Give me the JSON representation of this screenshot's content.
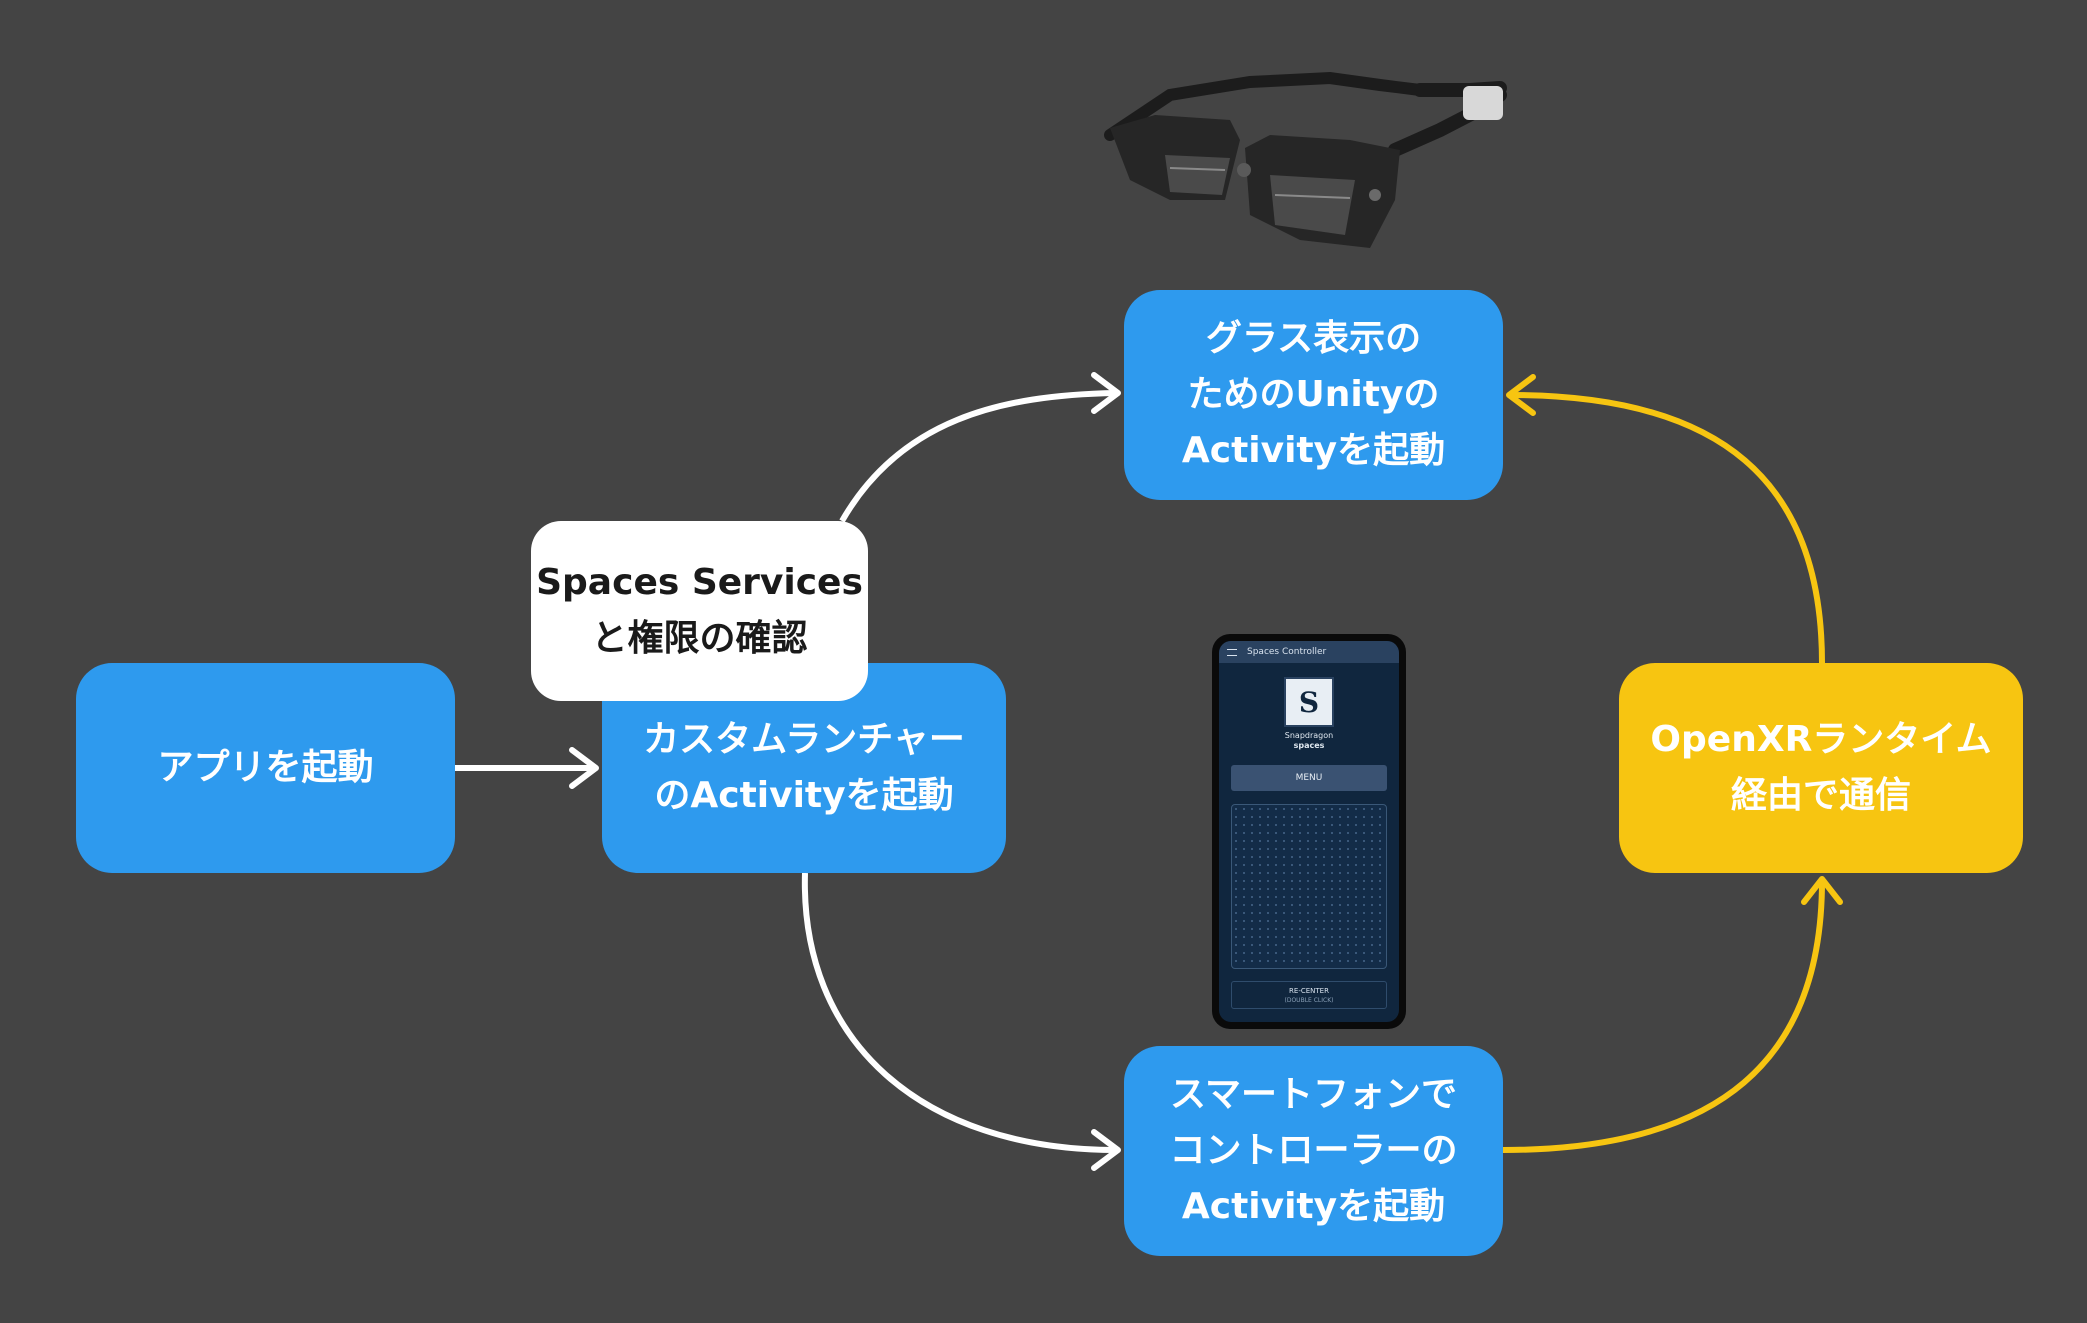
{
  "nodes": {
    "launch_app": {
      "lines": [
        "アプリを起動"
      ]
    },
    "custom_launcher": {
      "lines": [
        "カスタムランチャー",
        "のActivityを起動"
      ]
    },
    "spaces_services": {
      "lines": [
        "Spaces Services",
        "と権限の確認"
      ]
    },
    "glass_display": {
      "lines": [
        "グラス表示の",
        "ためのUnityの",
        "Activityを起動"
      ]
    },
    "smartphone_controller": {
      "lines": [
        "スマートフォンで",
        "コントローラーの",
        "Activityを起動"
      ]
    },
    "openxr_runtime": {
      "lines": [
        "OpenXRランタイム",
        "経由で通信"
      ]
    }
  },
  "phone_mockup": {
    "app_title": "Spaces Controller",
    "brand_line1": "Snapdragon",
    "brand_line2": "spaces",
    "menu_label": "MENU",
    "recenter_label": "RE-CENTER",
    "recenter_hint": "(DOUBLE CLICK)"
  },
  "colors": {
    "background": "#444444",
    "node_blue": "#2e9aee",
    "node_yellow": "#f7c511",
    "arrow_white": "#ffffff",
    "arrow_yellow": "#f7c511"
  }
}
